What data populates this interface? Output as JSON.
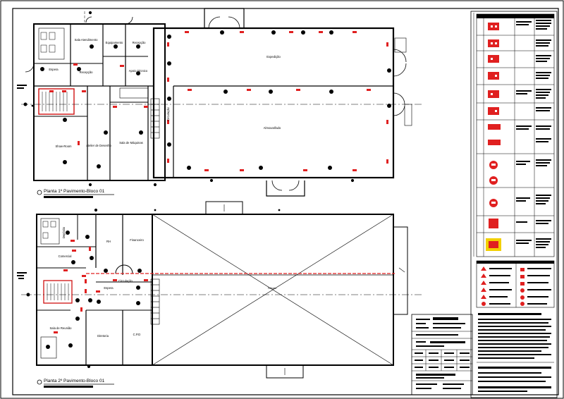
{
  "sheet": {
    "plan_top_title": "Planta 1º Pavimento-Bloco 01",
    "plan_bottom_title": "Planta 2º Pavimento-Bloco 01",
    "colors": {
      "ink": "#000000",
      "signage_red": "#e02020",
      "legend_yellow": "#f2d000"
    }
  },
  "floor1": {
    "rooms": {
      "sala_atendimento": "Sala Atendimento",
      "equipamento": "Equipamento",
      "recepcao_a": "Recepção",
      "espera": "Espera",
      "recepcao_b": "Recepção",
      "apoio_tecnico": "Apoio Técnico",
      "expedicao": "Expedição",
      "circulacao": "Circulação",
      "almoxarifado": "Almoxarifado",
      "show_room": "Show-Room",
      "atelier": "Atelier de Desenho",
      "sala_maquinas": "Sala de Máquinas"
    }
  },
  "floor2": {
    "rooms": {
      "dml": "Depósito",
      "rh": "RH",
      "financeiro": "Financeiro",
      "comercial": "Comercial",
      "circulacao": "Circulação",
      "espera": "Espera",
      "sala_reuniao": "Sala de Reunião",
      "diretoria": "Diretoria",
      "cpd": "C.P.D",
      "telhado": "Telhado"
    }
  }
}
